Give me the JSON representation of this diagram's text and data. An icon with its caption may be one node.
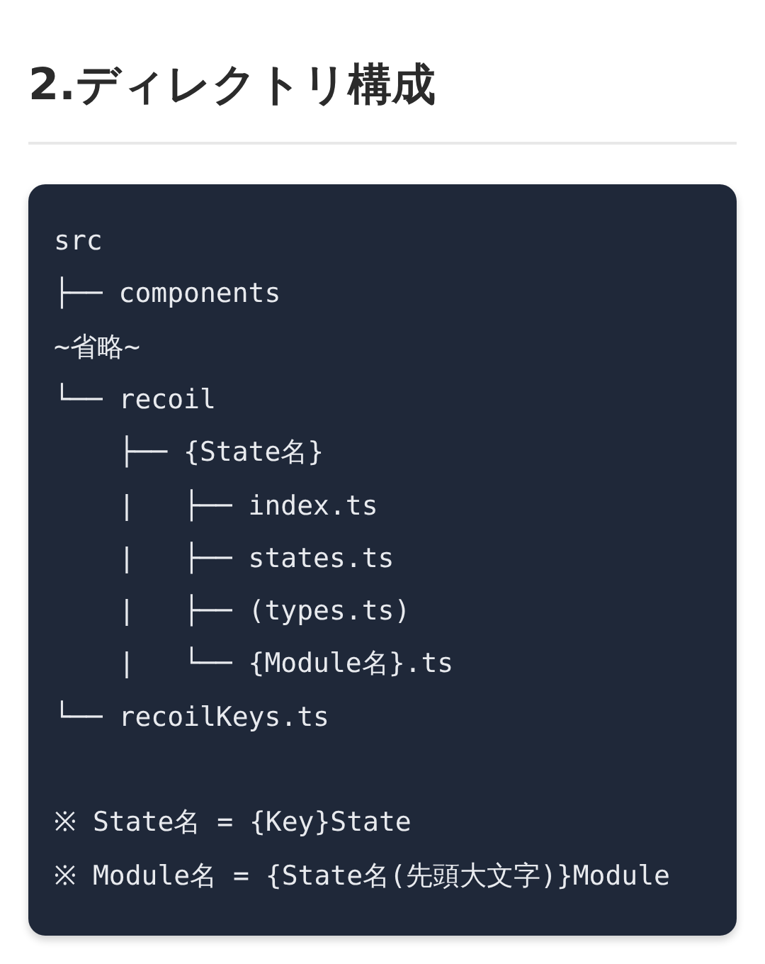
{
  "diagram": {
    "title": "2.ディレクトリ構成",
    "labels": [
      "src",
      "├── components",
      "~省略~",
      "└── recoil",
      "├── {State名}",
      "|   ├── index.ts",
      "|   ├── states.ts",
      "|   ├── (types.ts)",
      "|   └── {Module名}.ts",
      "└── recoilKeys.ts",
      "※ State名 = {Key}State",
      "※ Module名 = {State名(先頭大文字)}Module"
    ]
  }
}
